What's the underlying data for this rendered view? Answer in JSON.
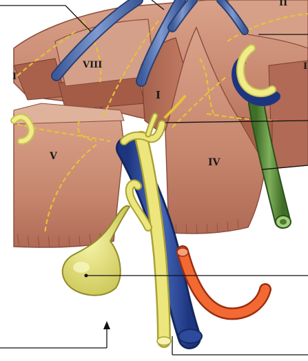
{
  "segment_labels": {
    "ii": "II",
    "viii": "VIII",
    "i": "I",
    "v": "V",
    "iv": "IV",
    "edge_left": "I",
    "edge_right": "I"
  },
  "colors": {
    "liver_parenchyma": "#c98a72",
    "liver_shadow": "#9c5a48",
    "liver_capsule": "#dcae98",
    "hepatic_vein_blue": "#5a78b0",
    "portal_vein_blue": "#2d4a9c",
    "bile_duct_yellow": "#e8e07a",
    "gallbladder_yellow": "#e4e27a",
    "hepatic_artery_orange": "#f05a2a",
    "ligament_green": "#5a8a3a",
    "dashed_boundary": "#e6c23a",
    "leader_line": "#111111",
    "background": "#ffffff"
  },
  "icons": [
    "upward-arrow-icon"
  ]
}
